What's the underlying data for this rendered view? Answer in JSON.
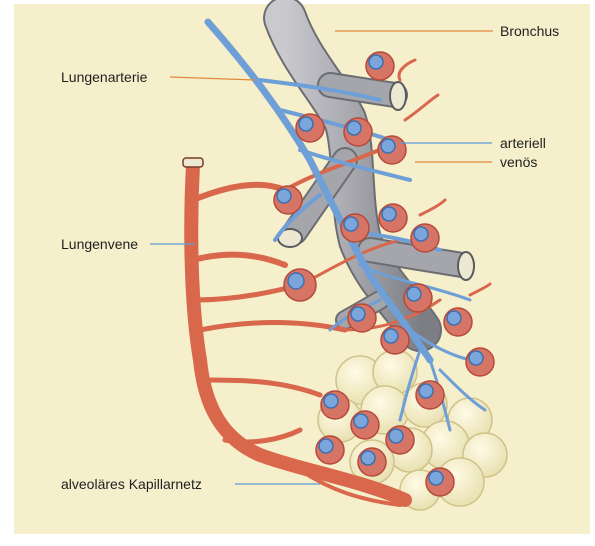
{
  "labels": {
    "bronchus": "Bronchus",
    "lungenarterie": "Lungenarterie",
    "arteriell": "arteriell",
    "venoes": "venös",
    "lungenvene": "Lungenvene",
    "kapillarnetz": "alveoläres Kapillarnetz"
  },
  "colors": {
    "background": "#f6efcc",
    "bronchus": "#8f9096",
    "artery": "#6e9fd6",
    "vein": "#d9674b",
    "alveolus": "#f4eecb",
    "leader_orange": "#e08a3a",
    "leader_blue": "#5d9bd5"
  }
}
